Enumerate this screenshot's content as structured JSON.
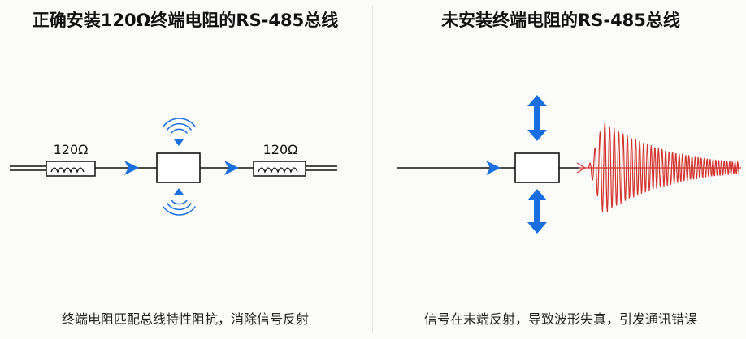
{
  "left_panel": {
    "title": "正确安装120Ω终端电阻的RS-485总线",
    "resistor_left_label": "120Ω",
    "resistor_right_label": "120Ω",
    "caption": "终端电阻匹配总线特性阻抗，消除信号反射"
  },
  "right_panel": {
    "title": "未安装终端电阻的RS-485总线",
    "caption": "信号在末端反射，导致波形失真，引发通讯错误"
  },
  "colors": {
    "wire": "#111111",
    "arrow_blue": "#1a6fe0",
    "wave_red": "#d3342f"
  },
  "icons": [
    "signal-arrow-icon",
    "wireless-waves-icon",
    "bidirectional-arrow-icon",
    "reflected-waveform-icon"
  ]
}
